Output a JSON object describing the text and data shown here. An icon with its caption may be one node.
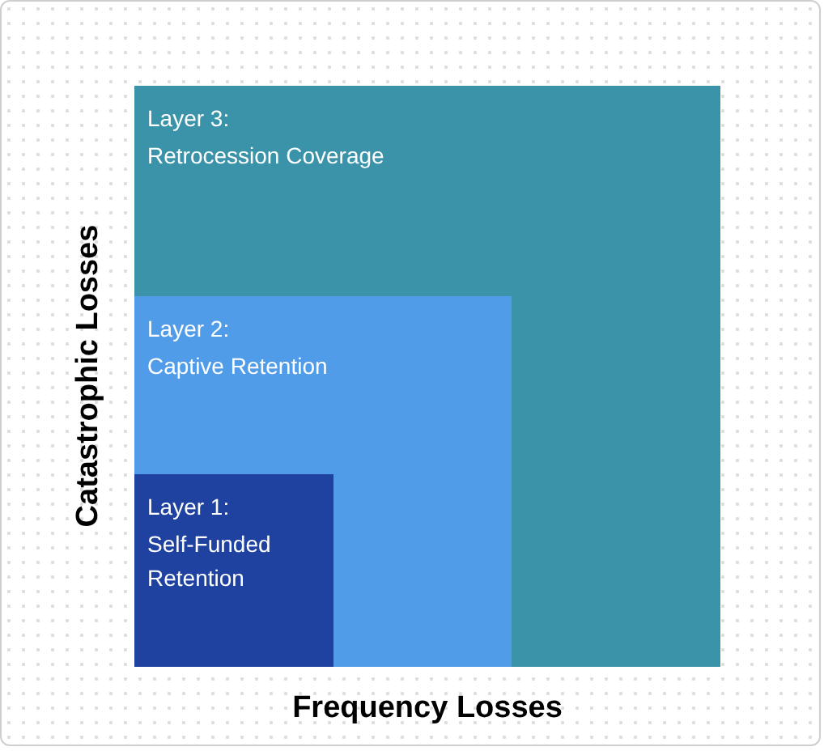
{
  "diagram": {
    "nodes": [
      {
        "text": [
          "Layer 3:",
          "Retrocession Coverage"
        ]
      },
      {
        "text": [
          "Layer 2:",
          "Captive Retention"
        ],
        "in": 0
      },
      {
        "text": [
          "Layer 1:",
          "Self-Funded Retention"
        ],
        "in": 1
      }
    ],
    "labels": [
      "Catastrophic Losses",
      "Frequency Losses"
    ]
  }
}
